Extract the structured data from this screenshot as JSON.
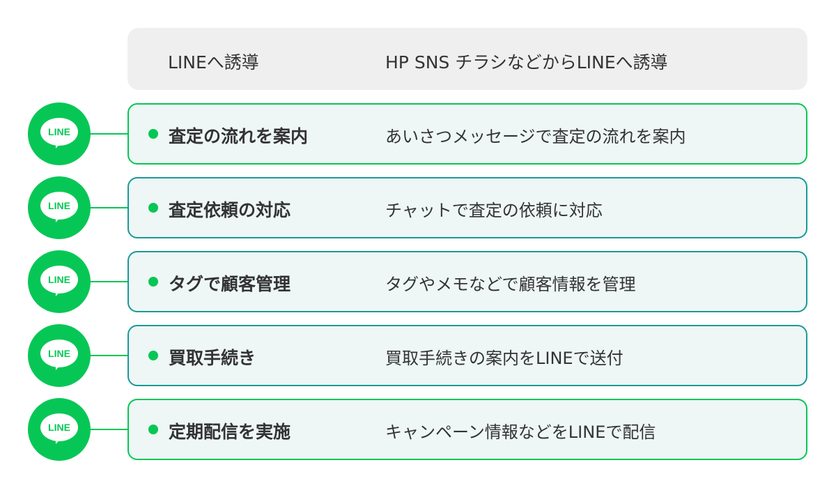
{
  "header": {
    "label": "LINEへ誘導",
    "description": "HP SNS チラシなどからLINEへ誘導"
  },
  "logo_text": "LINE",
  "colors": {
    "line_green": "#06c755",
    "teal": "#1a9a96"
  },
  "rows": [
    {
      "label": "査定の流れを案内",
      "description": "あいさつメッセージで査定の流れを案内"
    },
    {
      "label": "査定依頼の対応",
      "description": "チャットで査定の依頼に対応"
    },
    {
      "label": "タグで顧客管理",
      "description": "タグやメモなどで顧客情報を管理"
    },
    {
      "label": "買取手続き",
      "description": "買取手続きの案内をLINEで送付"
    },
    {
      "label": "定期配信を実施",
      "description": "キャンペーン情報などをLINEで配信"
    }
  ]
}
